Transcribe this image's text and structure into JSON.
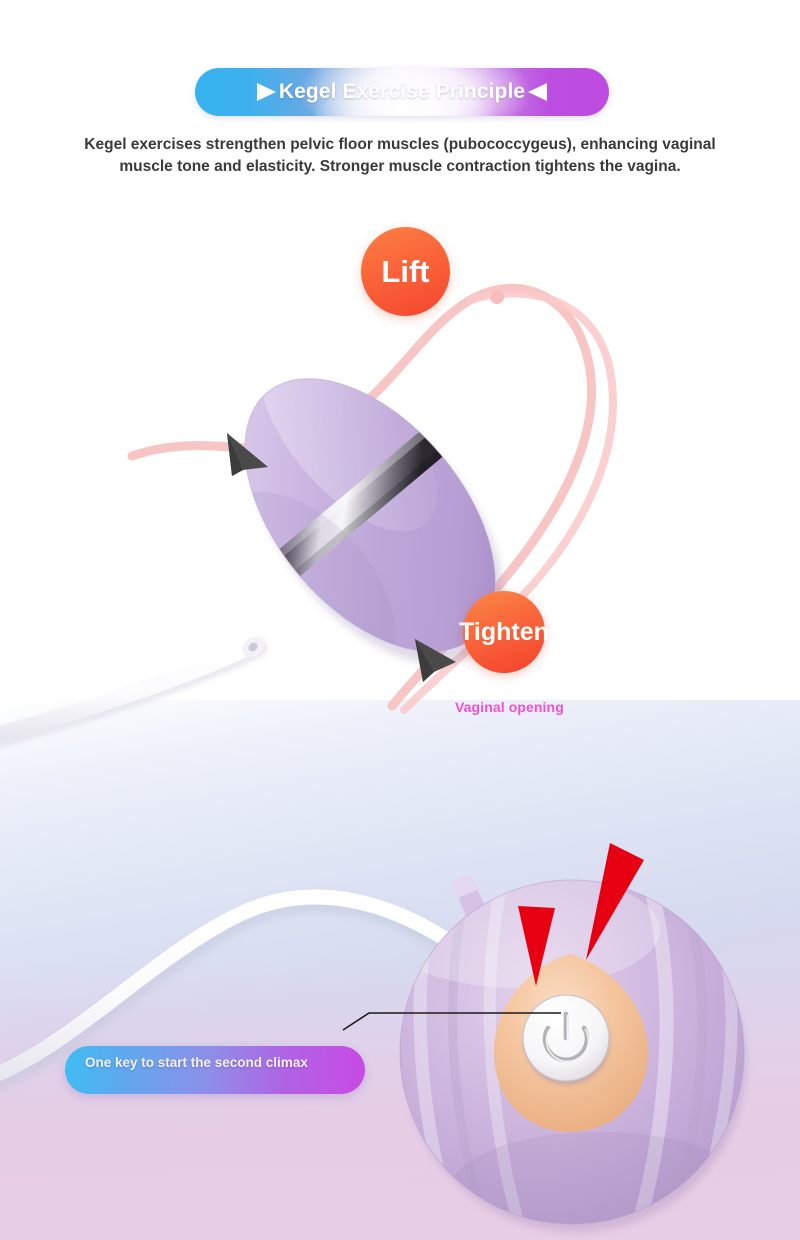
{
  "header": {
    "title": "Kegel Exercise Principle",
    "left_icon": "triangle-right-icon",
    "right_icon": "triangle-left-icon",
    "gradient_start": "#35b2f0",
    "gradient_end": "#bb4ee0"
  },
  "subtitle": {
    "text": "Kegel exercises strengthen pelvic floor muscles (pubococcygeus), enhancing vaginal muscle tone and elasticity. Stronger muscle contraction tightens the vagina."
  },
  "badges": [
    {
      "id": "lift",
      "label": "Lift",
      "color": "#f5452e"
    },
    {
      "id": "tighten",
      "label": "Tighten",
      "color": "#f4412c"
    }
  ],
  "annotations": {
    "vaginal_opening": "Vaginal opening",
    "vaginal_opening_color": "#ef4fd0"
  },
  "callout": {
    "text": "One key to start the second climax",
    "gradient_start": "#3fbdf2",
    "gradient_end": "#c84ae4"
  },
  "illustration": {
    "egg_color": "#bca7d8",
    "egg_band_color": "#8a8a92",
    "cable_color": "#ffffff",
    "anatomy_curve_color": "#f6bcbc",
    "remote_color": "#c9aedb",
    "power_button_icon": "power-icon",
    "power_button_base_color": "#f2c49e",
    "pointer_arrow_color": "#e60012",
    "direction_arrow_color": "#4a4a4a"
  }
}
